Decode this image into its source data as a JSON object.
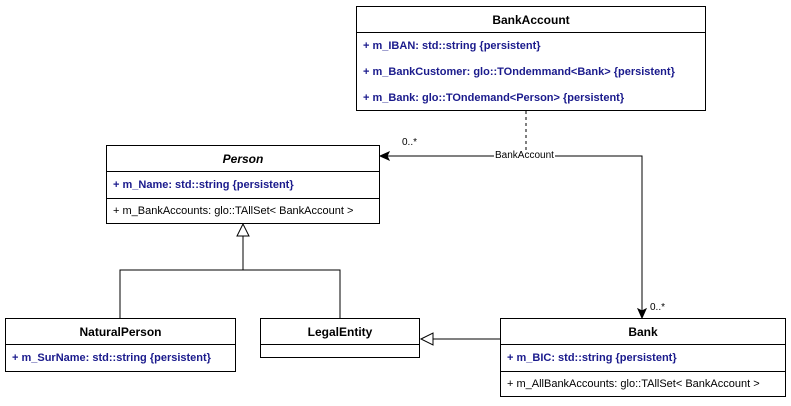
{
  "classes": {
    "bank_account": {
      "name": "BankAccount",
      "attributes": [
        "+ m_IBAN: std::string {persistent}",
        "+ m_BankCustomer: glo::TOndemmand<Bank> {persistent}",
        "+ m_Bank: glo::TOndemand<Person> {persistent}"
      ]
    },
    "person": {
      "name": "Person",
      "attributes": [
        "+ m_Name: std::string {persistent}"
      ],
      "operations": [
        "+ m_BankAccounts: glo::TAllSet< BankAccount >"
      ]
    },
    "natural_person": {
      "name": "NaturalPerson",
      "attributes": [
        "+ m_SurName: std::string {persistent}"
      ]
    },
    "legal_entity": {
      "name": "LegalEntity"
    },
    "bank": {
      "name": "Bank",
      "attributes": [
        "+ m_BIC: std::string {persistent}"
      ],
      "operations": [
        "+ m_AllBankAccounts: glo::TAllSet< BankAccount >"
      ]
    }
  },
  "association": {
    "name": "BankAccount",
    "multiplicity_person": "0..*",
    "multiplicity_bank": "0..*"
  },
  "colors": {
    "line": "#000000",
    "attribute_text": "#1a1a8c",
    "background": "#ffffff"
  }
}
